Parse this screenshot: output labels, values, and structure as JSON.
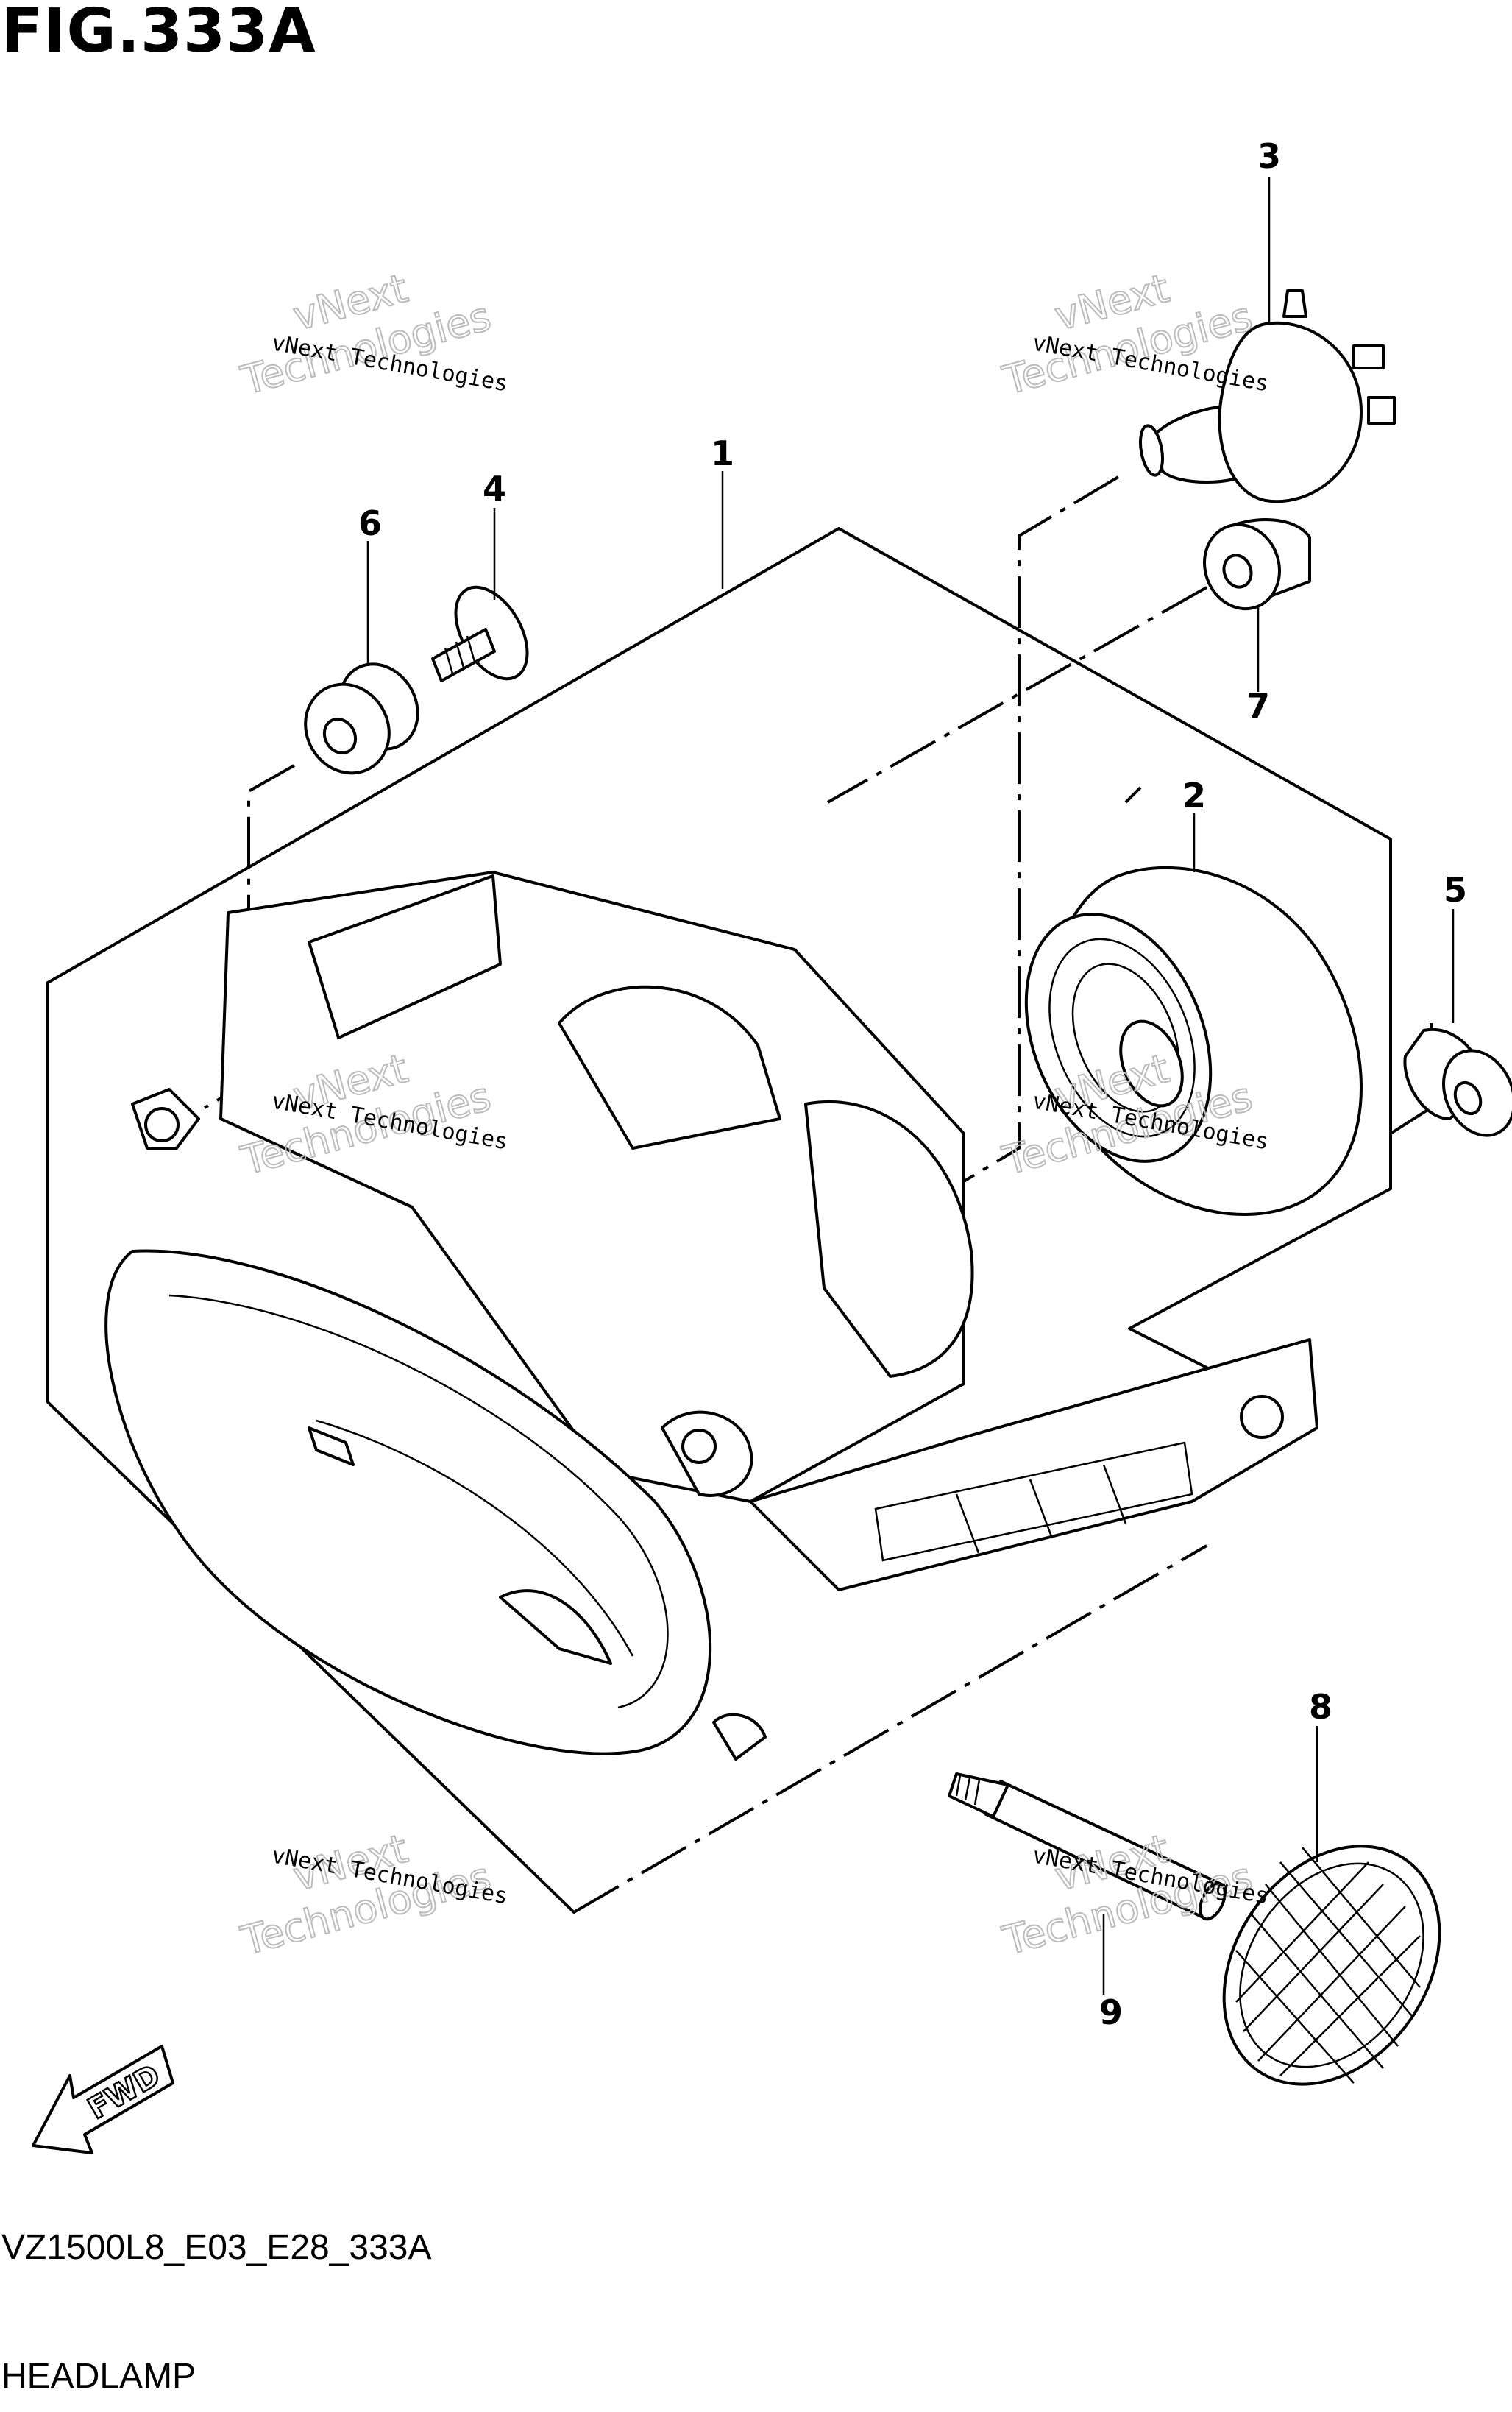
{
  "figure": {
    "title": "FIG.333A",
    "code": "VZ1500L8_E03_E28_333A",
    "subtitle": "HEADLAMP"
  },
  "callouts": [
    {
      "id": "1",
      "label": "1"
    },
    {
      "id": "2",
      "label": "2"
    },
    {
      "id": "3",
      "label": "3"
    },
    {
      "id": "4",
      "label": "4"
    },
    {
      "id": "5",
      "label": "5"
    },
    {
      "id": "6",
      "label": "6"
    },
    {
      "id": "7",
      "label": "7"
    },
    {
      "id": "8",
      "label": "8"
    },
    {
      "id": "9",
      "label": "9"
    }
  ],
  "watermark": {
    "line1": "vNext Technologies",
    "line2a": "vNext",
    "line2b": "Technologies"
  },
  "direction_marker": "FWD"
}
